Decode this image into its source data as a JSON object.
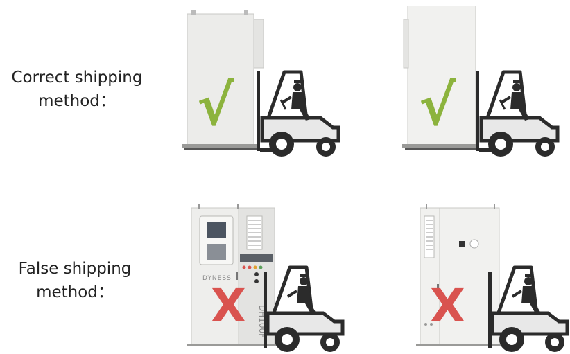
{
  "rows": [
    {
      "label_line1": "Correct shipping",
      "label_line2": "method：",
      "mark": "√",
      "mark_color": "#8cb33d"
    },
    {
      "label_line1": "False shipping",
      "label_line2": "method：",
      "mark": "X",
      "mark_color": "#d9534f"
    }
  ],
  "cabinet_text": {
    "brand": "DYNESS",
    "model": "DH100F"
  },
  "icons": {
    "forklift": "forklift-with-driver-icon",
    "check": "check-mark-icon",
    "cross": "cross-mark-icon"
  }
}
